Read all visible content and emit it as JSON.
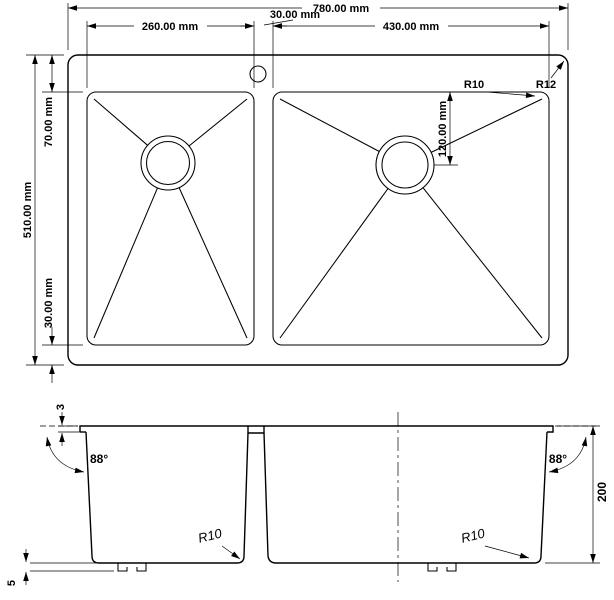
{
  "drawing": {
    "top_view": {
      "overall_width": "780.00 mm",
      "left_bowl_width": "260.00 mm",
      "divider_width": "30.00 mm",
      "right_bowl_width": "430.00 mm",
      "overall_depth": "510.00 mm",
      "top_margin": "70.00 mm",
      "bottom_margin": "30.00 mm",
      "drain_offset": "120.00 mm",
      "bowl_corner_radius": "R10",
      "outer_corner_radius": "R12"
    },
    "section_view": {
      "rim_thickness": "3",
      "left_wall_angle": "88°",
      "right_wall_angle": "88°",
      "bowl_depth": "200",
      "left_bottom_radius": "R10",
      "right_bottom_radius": "R10",
      "bottom_flange": "5"
    }
  }
}
